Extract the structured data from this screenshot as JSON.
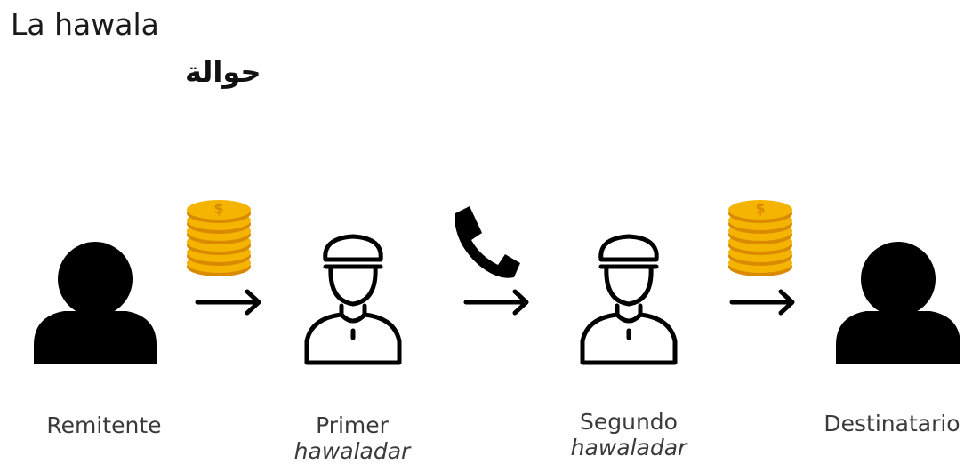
{
  "title": "La hawala",
  "subtitle": "حوالة",
  "nodes": [
    {
      "name": "Remitente",
      "role": ""
    },
    {
      "name": "Primer",
      "role": "hawaladar"
    },
    {
      "name": "Segundo",
      "role": "hawaladar"
    },
    {
      "name": "Destinatario",
      "role": ""
    }
  ],
  "colors": {
    "ink": "#000000",
    "coin": "#f4b400",
    "coin_edge": "#d98a00",
    "label": "#3a3a3a"
  },
  "icons": [
    "person-icon",
    "hawaladar-icon",
    "coins-icon",
    "phone-icon",
    "arrow-right-icon"
  ]
}
